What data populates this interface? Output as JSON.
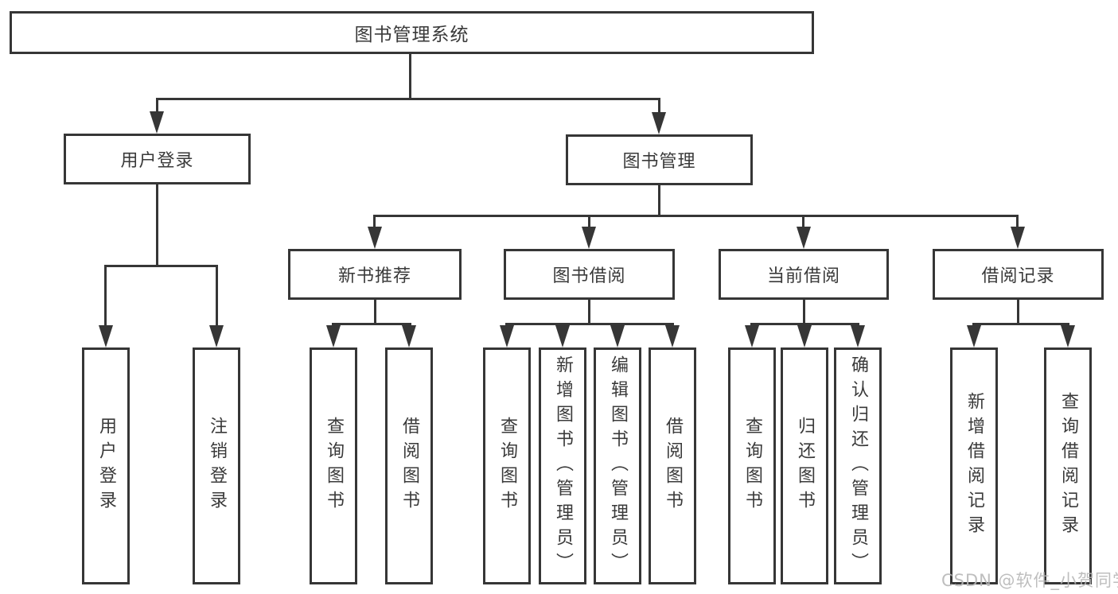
{
  "tree": {
    "label": "图书管理系统",
    "children": [
      {
        "label": "用户登录",
        "children": [
          {
            "label": "用户登录"
          },
          {
            "label": "注销登录"
          }
        ]
      },
      {
        "label": "图书管理",
        "children": [
          {
            "label": "新书推荐",
            "children": [
              {
                "label": "查询图书"
              },
              {
                "label": "借阅图书"
              }
            ]
          },
          {
            "label": "图书借阅",
            "children": [
              {
                "label": "查询图书"
              },
              {
                "label": "新增图书（管理员）"
              },
              {
                "label": "编辑图书（管理员）"
              },
              {
                "label": "借阅图书"
              }
            ]
          },
          {
            "label": "当前借阅",
            "children": [
              {
                "label": "查询图书"
              },
              {
                "label": "归还图书"
              },
              {
                "label": "确认归还（管理员）"
              }
            ]
          },
          {
            "label": "借阅记录",
            "children": [
              {
                "label": "新增借阅记录"
              },
              {
                "label": "查询借阅记录"
              }
            ]
          }
        ]
      }
    ]
  },
  "watermark": "CSDN @软件_小贺同学",
  "colors": {
    "line": "#363636",
    "text": "#3a3a3a",
    "watermark": "#b8b8b8",
    "background": "#ffffff"
  }
}
